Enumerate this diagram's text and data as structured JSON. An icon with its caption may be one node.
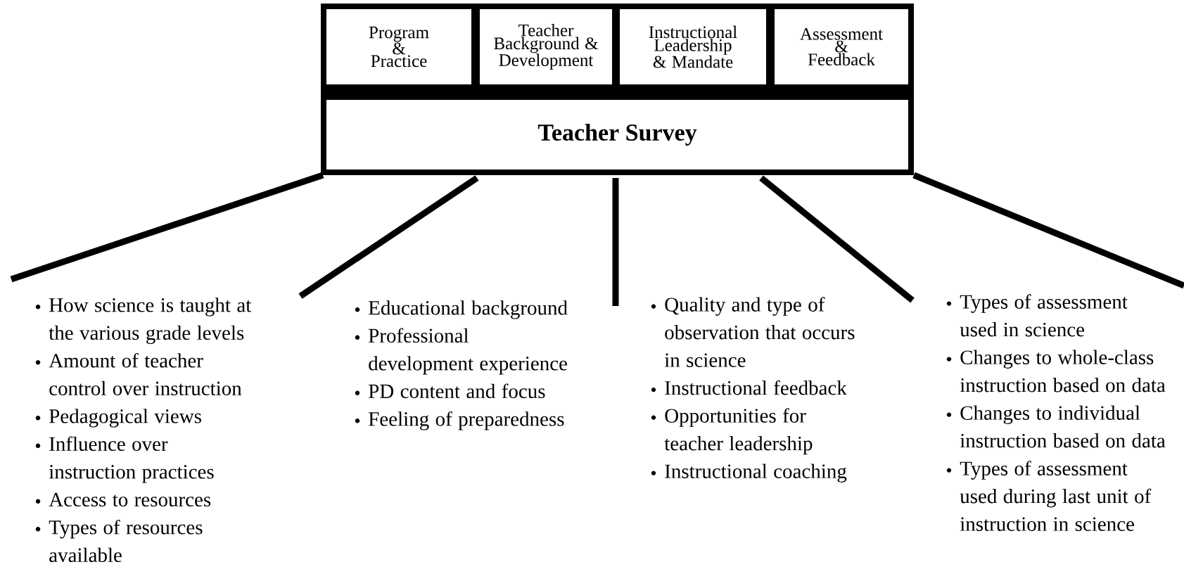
{
  "diagram": {
    "nodes": [
      {
        "text": [
          "Program & Practice"
        ]
      },
      {
        "text": [
          "Teacher Background & Development"
        ]
      },
      {
        "text": [
          "Instructional Leadership & Mandate"
        ]
      },
      {
        "text": [
          "Assessment & Feedback"
        ]
      },
      {
        "text": [
          "Teacher Survey"
        ]
      },
      {
        "text": [
          "How science is taught at the various grade levels",
          "Amount of teacher control over instruction",
          "Pedagogical views",
          "Influence over instruction practices",
          "Access to resources",
          "Types of resources available"
        ]
      },
      {
        "text": [
          "Educational background",
          "Professional development experience",
          "PD content and focus",
          "Feeling of preparedness"
        ]
      },
      {
        "text": [
          "Quality and type of observation that occurs in science",
          "Instructional feedback",
          "Opportunities for teacher leadership",
          "Instructional coaching"
        ]
      },
      {
        "text": [
          "Types of assessment used in science",
          "Changes to whole-class instruction based on data",
          "Changes to individual instruction based on data",
          "Types of assessment used during last unit of instruction in science"
        ]
      }
    ]
  }
}
